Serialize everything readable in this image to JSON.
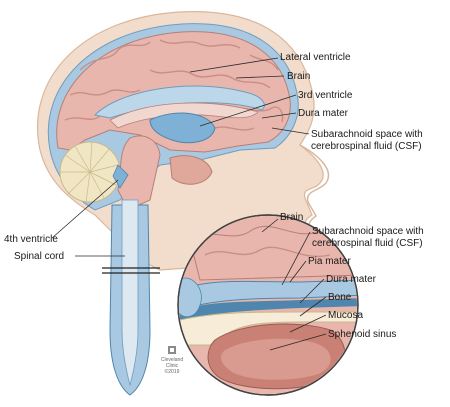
{
  "labels": {
    "lateral_ventricle": "Lateral ventricle",
    "brain": "Brain",
    "third_ventricle": "3rd ventricle",
    "dura_mater": "Dura mater",
    "subarachnoid_l1": "Subarachnoid space with",
    "subarachnoid_l2": "cerebrospinal fluid (CSF)",
    "fourth_ventricle": "4th ventricle",
    "spinal_cord": "Spinal cord"
  },
  "inset_labels": {
    "brain": "Brain",
    "subarachnoid_l1": "Subarachnoid space with",
    "subarachnoid_l2": "cerebrospinal fluid (CSF)",
    "pia_mater": "Pia mater",
    "dura_mater": "Dura mater",
    "bone": "Bone",
    "mucosa": "Mucosa",
    "sphenoid_sinus": "Sphenoid sinus"
  },
  "credit": {
    "line1": "Cleveland",
    "line2": "Clinic",
    "line3": "©2019"
  },
  "colors": {
    "brain": "#e8b6ad",
    "brain_fold": "#c98f86",
    "csf": "#a9c9e2",
    "csf_deep": "#4f86ad",
    "skin": "#f2dccb",
    "skin_edge": "#d9b79d",
    "ventricle": "#7fb0d6",
    "cerebellum": "#f1e6c4"
  }
}
